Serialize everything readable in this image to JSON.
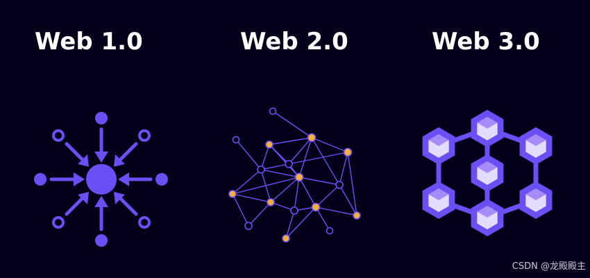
{
  "titles": {
    "web1": "Web 1.0",
    "web2": "Web 2.0",
    "web3": "Web 3.0"
  },
  "watermark": "CSDN @龙殿殿主",
  "icons": {
    "web1": "centralized-hub-icon",
    "web2": "social-network-graph-icon",
    "web3": "blockchain-cubes-icon"
  },
  "colors": {
    "background": "#04001a",
    "accent": "#6c4ef5",
    "node_orange": "#f3b13c",
    "cube_top": "#a78bfa",
    "cube_face": "#e4dcff",
    "text": "#ffffff"
  }
}
